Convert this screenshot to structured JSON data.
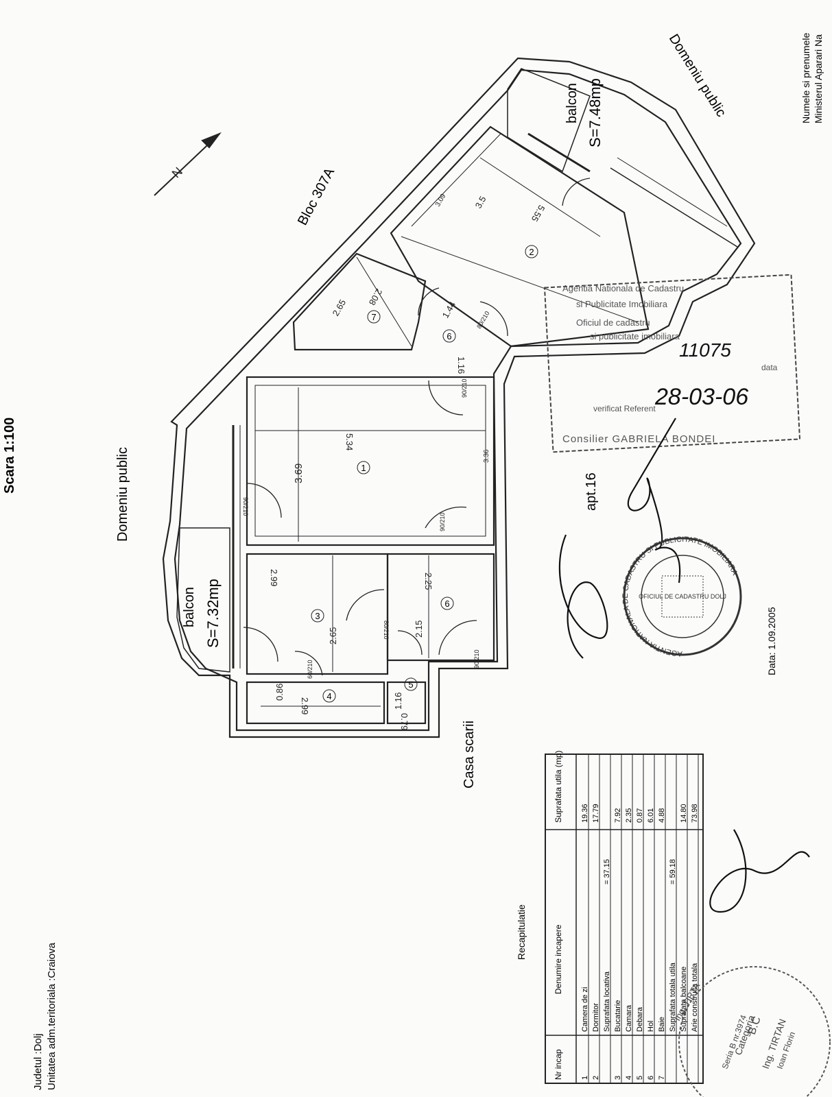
{
  "header": {
    "scale": "Scara 1:100",
    "owner_line1": "Numele si prenumele",
    "owner_line2": "Ministerul Aparari Na"
  },
  "footer": {
    "county": "Judetul :Dolj",
    "territorial_unit": "Unitatea adm.teritoriala :Craiova"
  },
  "plan": {
    "building": "Bloc 307A",
    "public_domain_left": "Domeniu public",
    "public_domain_right": "Domeniu public",
    "apartment": "apt.16",
    "stairwell": "Casa scarii",
    "balcony_left_label": "balcon",
    "balcony_left_area": "S=7.32mp",
    "balcony_right_label": "balcon",
    "balcony_right_area": "S=7.48mp",
    "room_numbers": [
      "1",
      "2",
      "3",
      "4",
      "5",
      "6",
      "6",
      "7"
    ],
    "dimensions": {
      "room1_len": "5.34",
      "room1_wid": "3.69",
      "room1_side": "3.36",
      "room2_len": "3.5",
      "room2_len2": "3.09",
      "room2_wid": "5.55",
      "room7_a": "2.65",
      "room7_b": "2.08",
      "hall_a": "1.44",
      "hall_b": "1.16",
      "room3_a": "2.99",
      "room3_b": "2.65",
      "room6_a": "2.25",
      "room6_b": "2.15",
      "room4_a": "2.99",
      "room4_b": "0.86",
      "room5_a": "1.16",
      "room5_b": "0.79",
      "door_90_210": "90/210",
      "door_80_210": "80/210",
      "door_60_210": "60/210"
    }
  },
  "stamp": {
    "line1": "Agentia Nationala de Cadastru",
    "line2": "si Publicitate Imobiliara",
    "line3": "Oficiul de cadastru",
    "line4": "si publicitate imobiliara",
    "number": "11075",
    "date_label": "data",
    "date": "28-03-06",
    "verified": "verificat Referent",
    "inspector": "Consilier GABRIELA BONDEI"
  },
  "seal": {
    "outer": "AGENTIA NATIONALA DE CADASTRU SI PUBLICITATE IMOBILIARA",
    "inner": "OFICIUL DE CADASTRU DOLJ",
    "date": "Data: 1.09.2005"
  },
  "recap": {
    "title": "Recapitulatie",
    "col_nr": "Nr incap",
    "col_name": "Denumire incapere",
    "col_area": "Suprafata utila (mp)",
    "rows": [
      {
        "nr": "1",
        "name": "Camera de zi",
        "area": "19.36",
        "subtotal": ""
      },
      {
        "nr": "2",
        "name": "Dormitor",
        "area": "17.79",
        "subtotal": ""
      },
      {
        "nr": "",
        "name": "Suprafata locativa",
        "area": "",
        "subtotal": "= 37.15"
      },
      {
        "nr": "3",
        "name": "Bucatarie",
        "area": "7.92",
        "subtotal": ""
      },
      {
        "nr": "4",
        "name": "Camara",
        "area": "2.35",
        "subtotal": ""
      },
      {
        "nr": "5",
        "name": "Debara",
        "area": "0.87",
        "subtotal": ""
      },
      {
        "nr": "6",
        "name": "Hol",
        "area": "6.01",
        "subtotal": ""
      },
      {
        "nr": "7",
        "name": "Baie",
        "area": "4.88",
        "subtotal": ""
      },
      {
        "nr": "",
        "name": "Suprafata totala utila",
        "area": "",
        "subtotal": "= 59.18"
      },
      {
        "nr": "",
        "name": "Suprafata balcoane",
        "area": "14.80",
        "subtotal": ""
      },
      {
        "nr": "",
        "name": "Arie construita totala",
        "area": "73.98",
        "subtotal": ""
      }
    ]
  },
  "corner_stamp": {
    "l1": "Ing. TIRTA",
    "l2": "Seria B nr.3974",
    "l3": "Categoria",
    "l4": "B.C",
    "l5": "Ing. TIRTAN",
    "l6": "Ioan Florin"
  }
}
